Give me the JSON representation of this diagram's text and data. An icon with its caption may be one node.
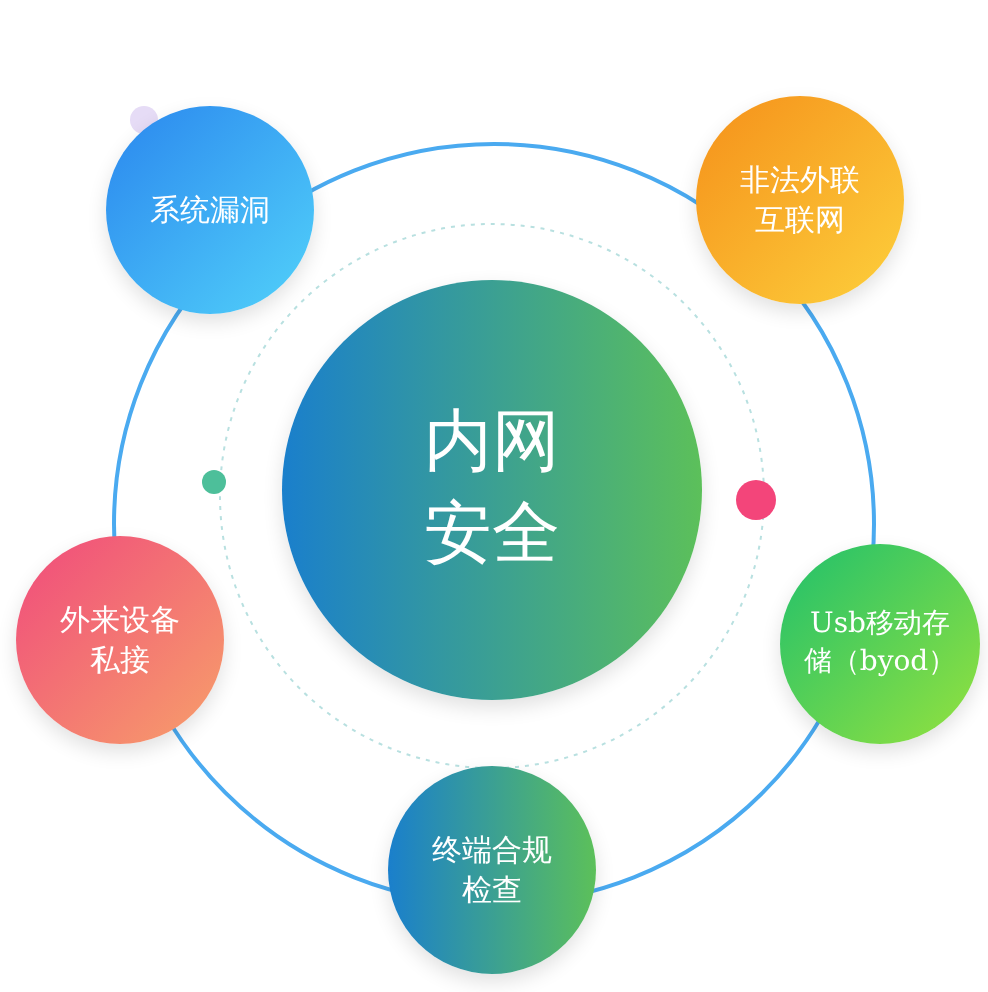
{
  "diagram": {
    "nodes": [
      {
        "text": [
          "内网安全"
        ]
      },
      {
        "text": [
          "系统漏洞"
        ]
      },
      {
        "text": [
          "非法外联互联网"
        ]
      },
      {
        "text": [
          "外来设备私接"
        ]
      },
      {
        "text": [
          "Usb移动存储（byod）"
        ]
      },
      {
        "text": [
          "终端合规检查"
        ]
      }
    ]
  }
}
